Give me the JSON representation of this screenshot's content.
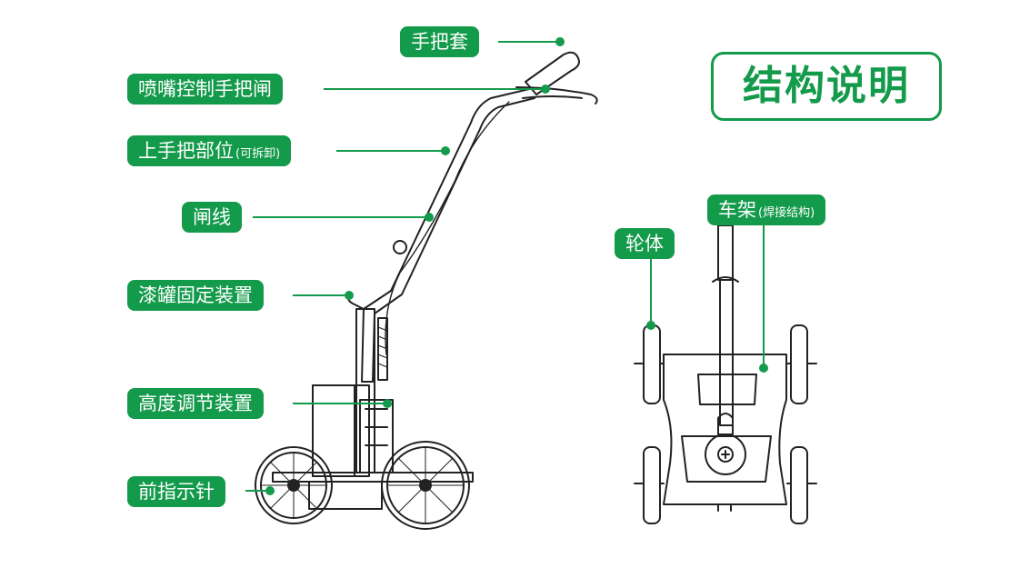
{
  "title": "结构说明",
  "colors": {
    "accent": "#139a4a",
    "line": "#222222"
  },
  "labels": {
    "grip": "手把套",
    "nozzle_lever": "喷嘴控制手把闸",
    "upper_handle": "上手把部位",
    "upper_handle_note": "(可拆卸)",
    "brake_cable": "闸线",
    "can_holder": "漆罐固定装置",
    "height_adjust": "高度调节装置",
    "front_pointer": "前指示针",
    "wheel": "轮体",
    "frame": "车架",
    "frame_note": "(焊接结构)"
  }
}
